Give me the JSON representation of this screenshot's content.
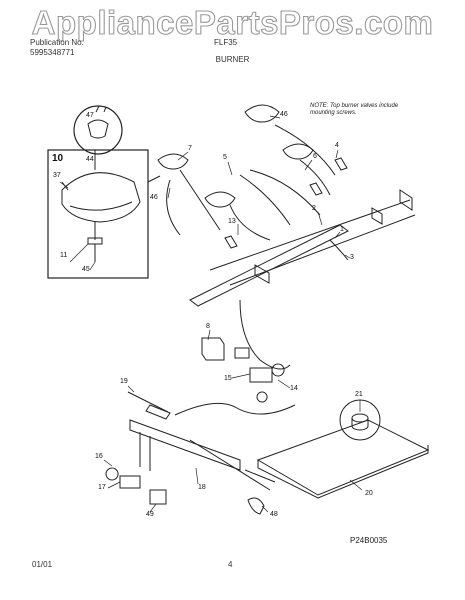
{
  "watermark": "AppliancePartsPros.com",
  "header": {
    "line1": "Publication No.",
    "line2": "5995348771",
    "model": "FLF35",
    "section": "BURNER"
  },
  "note": "NOTE: Top burner valves include mounting screws.",
  "figure_code": "P24B0035",
  "footer": {
    "date": "01/01",
    "page": "4"
  },
  "callouts": {
    "c47": "47",
    "c44": "44",
    "c10": "10",
    "c37": "37",
    "c11": "11",
    "c45": "45",
    "c46a": "46",
    "c7": "7",
    "c5": "5",
    "c46b": "46",
    "c6": "6",
    "c4": "4",
    "c13": "13",
    "c2": "2",
    "c1": "1",
    "c3": "3",
    "c8": "8",
    "c15": "15",
    "c14": "14",
    "c19": "19",
    "c21": "21",
    "c16": "16",
    "c17": "17",
    "c18": "18",
    "c20": "20",
    "c49": "49",
    "c48": "48"
  }
}
